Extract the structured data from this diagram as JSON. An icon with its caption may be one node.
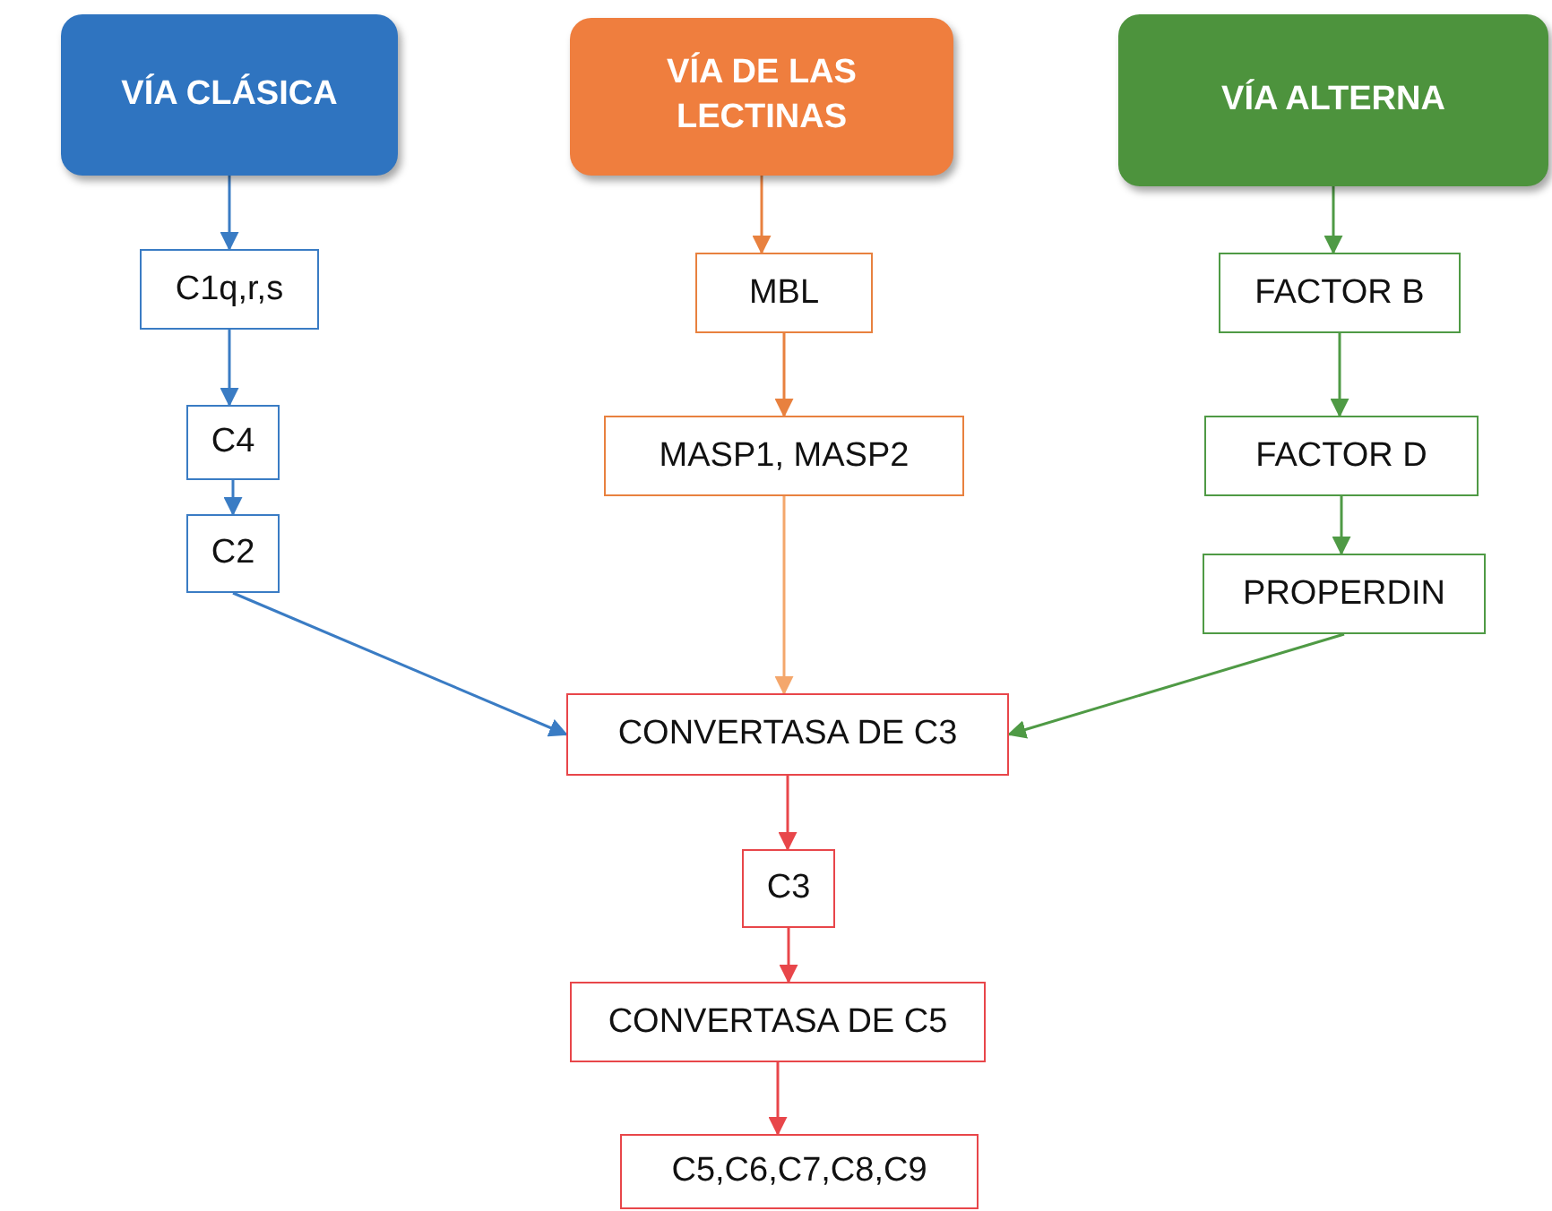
{
  "diagram": {
    "nodes": [
      {
        "text": [
          "VÍA CLÁSICA"
        ]
      },
      {
        "text": [
          "VÍA DE LAS LECTINAS"
        ]
      },
      {
        "text": [
          "VÍA ALTERNA"
        ]
      },
      {
        "text": [
          "C1q,r,s"
        ]
      },
      {
        "text": [
          "C4"
        ]
      },
      {
        "text": [
          "C2"
        ]
      },
      {
        "text": [
          "MBL"
        ]
      },
      {
        "text": [
          "MASP1, MASP2"
        ]
      },
      {
        "text": [
          "FACTOR B"
        ]
      },
      {
        "text": [
          "FACTOR D"
        ]
      },
      {
        "text": [
          "PROPERDIN"
        ]
      },
      {
        "text": [
          "CONVERTASA DE C3"
        ]
      },
      {
        "text": [
          "C3"
        ]
      },
      {
        "text": [
          "CONVERTASA DE C5"
        ]
      },
      {
        "text": [
          "C5,C6,C7,C8,C9"
        ]
      }
    ],
    "edges": [
      {
        "from": 0,
        "to": 3,
        "arrow": "to",
        "color": "#3a7cc4"
      },
      {
        "from": 3,
        "to": 4,
        "arrow": "to",
        "color": "#3a7cc4"
      },
      {
        "from": 4,
        "to": 5,
        "arrow": "to",
        "color": "#3a7cc4"
      },
      {
        "from": 5,
        "to": 11,
        "arrow": "to",
        "color": "#3a7cc4"
      },
      {
        "from": 1,
        "to": 6,
        "arrow": "to",
        "color": "#e8813f"
      },
      {
        "from": 6,
        "to": 7,
        "arrow": "to",
        "color": "#e8813f"
      },
      {
        "from": 7,
        "to": 11,
        "arrow": "to",
        "color": "#f4a76c"
      },
      {
        "from": 2,
        "to": 8,
        "arrow": "to",
        "color": "#4f9a45"
      },
      {
        "from": 8,
        "to": 9,
        "arrow": "to",
        "color": "#4f9a45"
      },
      {
        "from": 9,
        "to": 10,
        "arrow": "to",
        "color": "#4f9a45"
      },
      {
        "from": 10,
        "to": 11,
        "arrow": "to",
        "color": "#4f9a45"
      },
      {
        "from": 11,
        "to": 12,
        "arrow": "to",
        "color": "#e8464a"
      },
      {
        "from": 12,
        "to": 13,
        "arrow": "to",
        "color": "#e8464a"
      },
      {
        "from": 13,
        "to": 14,
        "arrow": "to",
        "color": "#e8464a"
      }
    ]
  }
}
